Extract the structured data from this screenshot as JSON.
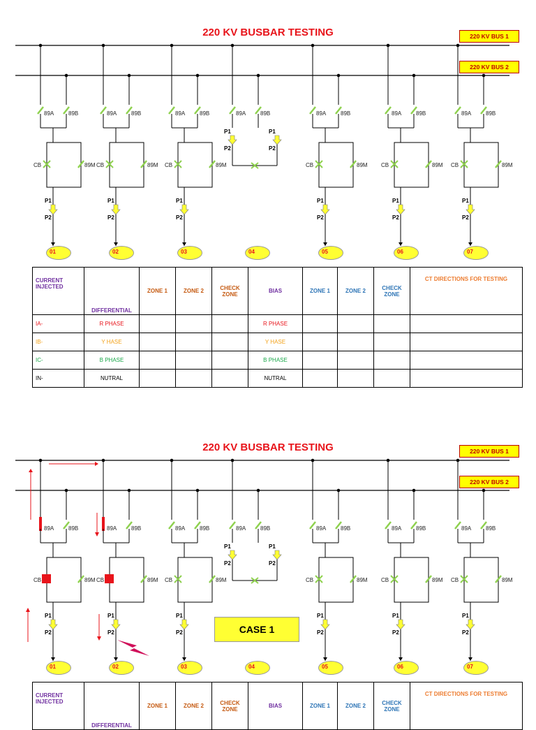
{
  "title": "220 KV BUSBAR TESTING",
  "bus1_label": "220 KV BUS 1",
  "bus2_label": "220  KV BUS 2",
  "case_label": "CASE  1",
  "feeders": [
    "01",
    "02",
    "03",
    "04",
    "05",
    "06",
    "07"
  ],
  "switches": {
    "iso_a": "89A",
    "iso_b": "89B",
    "breaker": "CB",
    "bypass": "89M",
    "ct_p1": "P1",
    "ct_p2": "P2"
  },
  "table": {
    "headers": [
      "CURRENT INJECTED",
      "DIFFERENTIAL",
      "ZONE 1",
      "ZONE 2",
      "CHECK ZONE",
      "BIAS",
      "ZONE 1",
      "ZONE 2",
      "CHECK ZONE",
      "CT DIRECTIONS FOR TESTING"
    ],
    "rows": [
      {
        "inj": "IA-",
        "diff": "R PHASE",
        "bias": "R PHASE",
        "color": "#e8141b"
      },
      {
        "inj": "IB-",
        "diff": "Y HASE",
        "bias": "Y HASE",
        "color": "#f2a21a"
      },
      {
        "inj": "IC-",
        "diff": "B PHASE",
        "bias": "B PHASE",
        "color": "#1aa84a"
      },
      {
        "inj": "IN-",
        "diff": "NUTRAL",
        "bias": "NUTRAL",
        "color": "#000000"
      }
    ]
  },
  "colors": {
    "title": "#e8141b",
    "switch": "#8fd14f",
    "closed": "#e8141b",
    "bus_label_bg": "#ffff00",
    "injected_hdr": "#7030a0",
    "diff_hdr": "#7030a0",
    "zone_hdr": "#c55a11",
    "bias_zone_hdr": "#2e75b6",
    "ct_hdr": "#ed7d31"
  }
}
